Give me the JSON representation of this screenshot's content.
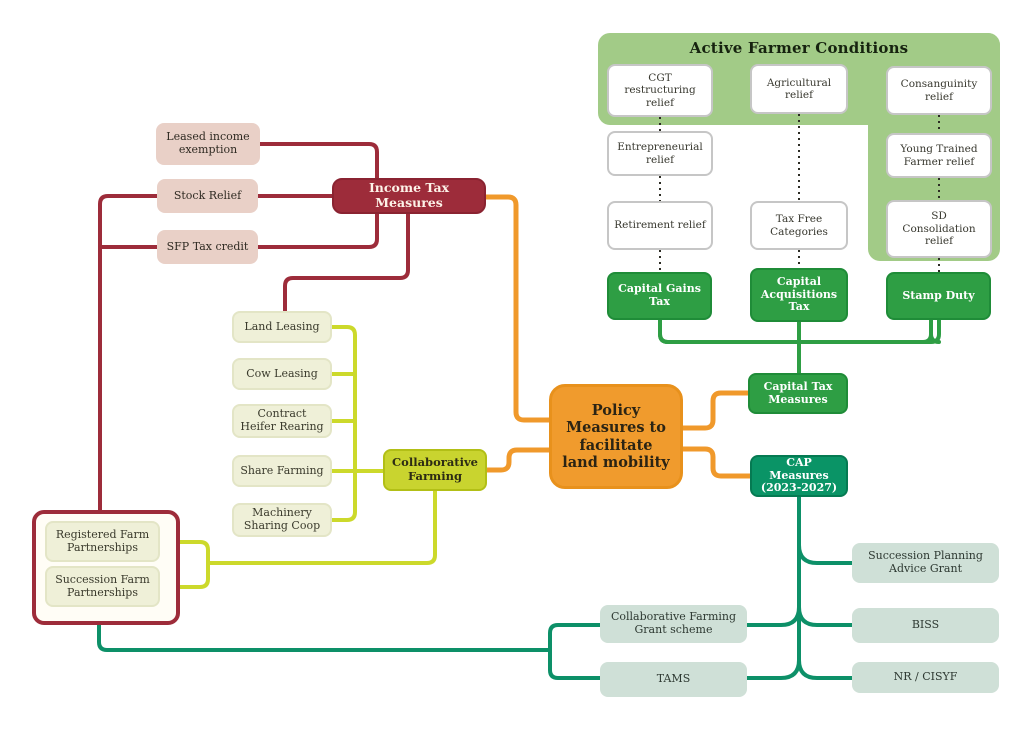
{
  "center": {
    "label": "Policy Measures to facilitate land mobility"
  },
  "active_farmer_conditions": {
    "title": "Active Farmer Conditions",
    "columns": [
      {
        "reliefs": [
          "CGT restructuring relief",
          "Entrepreneurial relief",
          "Retirement relief"
        ],
        "tax_category": "Capital Gains Tax"
      },
      {
        "reliefs": [
          "Agricultural relief",
          "Tax Free Categories"
        ],
        "tax_category": "Capital Acquisitions Tax"
      },
      {
        "reliefs": [
          "Consanguinity relief",
          "Young Trained Farmer relief",
          "SD Consolidation relief"
        ],
        "tax_category": "Stamp Duty"
      }
    ]
  },
  "capital_tax_measures": {
    "label": "Capital Tax Measures"
  },
  "income_tax_measures": {
    "label": "Income Tax Measures",
    "items": [
      "Leased income exemption",
      "Stock Relief",
      "SFP Tax credit"
    ]
  },
  "collaborative_farming": {
    "label": "Collaborative Farming",
    "items": [
      "Land Leasing",
      "Cow Leasing",
      "Contract Heifer Rearing",
      "Share Farming",
      "Machinery Sharing Coop"
    ],
    "partnerships": [
      "Registered Farm Partnerships",
      "Succession Farm Partnerships"
    ]
  },
  "cap_measures": {
    "label": "CAP Measures (2023-2027)",
    "right_items": [
      "Succession Planning Advice Grant",
      "BISS",
      "NR / CISYF"
    ],
    "left_items": [
      "Collaborative Farming Grant scheme",
      "TAMS"
    ]
  },
  "colors": {
    "orange": "#f09b2d",
    "dark_red": "#9d2c3a",
    "green": "#2e9e44",
    "teal_line": "#0d9068",
    "teal_node": "#0a9466",
    "chartreuse": "#c9d42f",
    "yellow_green_line": "#ccd92b",
    "panel_green": "#a2cb87",
    "pink": "#e9d0c7",
    "pale_yellow": "#eff0d8",
    "light_teal": "#cfe0d7"
  }
}
